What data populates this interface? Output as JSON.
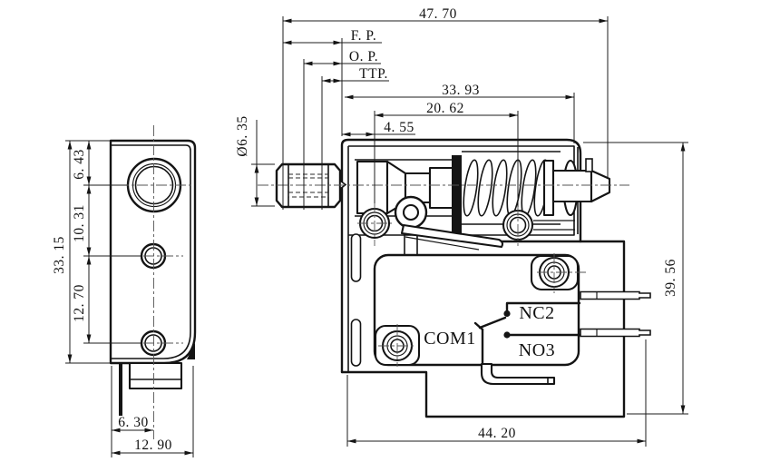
{
  "drawing": {
    "front_view": {
      "dim_overall_length": "47. 70",
      "dim_free_position": "F. P.",
      "dim_operating_position": "O. P.",
      "dim_total_travel": "TTP.",
      "dim_body_length": "33. 93",
      "dim_hole_spacing": "20. 62",
      "dim_hole_offset": "4. 55",
      "dim_plunger_diameter": "Ø6. 35",
      "dim_overall_height": "39. 56",
      "dim_base_length": "44. 20",
      "label_common": "COM1",
      "label_normally_closed": "NC2",
      "label_normally_open": "NO3"
    },
    "side_view": {
      "dim_overall_height": "33. 15",
      "dim_hole1_offset": "6. 43",
      "dim_hole2_spacing": "10. 31",
      "dim_hole3_spacing": "12. 70",
      "dim_terminal_offset": "6. 30",
      "dim_overall_width": "12. 90"
    },
    "colors": {
      "line": "#141414",
      "background": "#ffffff"
    }
  }
}
